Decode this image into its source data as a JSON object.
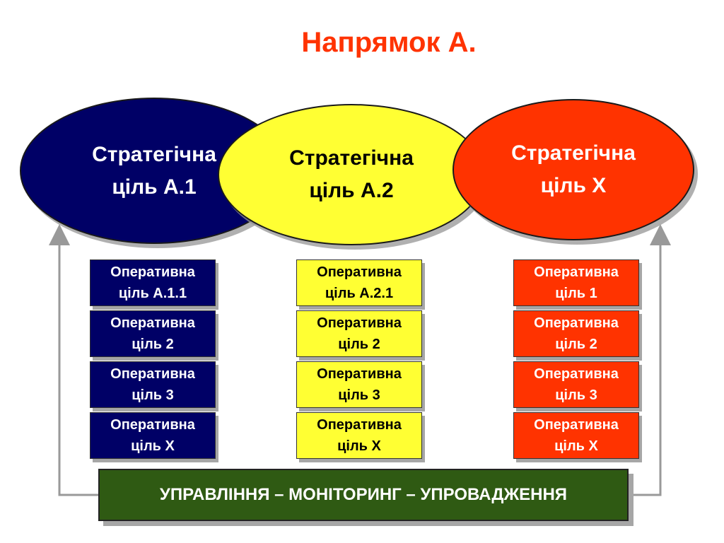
{
  "title": "Напрямок А.",
  "colors": {
    "title": "#ff3300",
    "navy": "#000066",
    "yellow": "#ffff33",
    "red": "#ff3300",
    "green": "#2f5a13",
    "connector": "#999999"
  },
  "strategic_goals": [
    {
      "label": "Стратегічна\nціль А.1"
    },
    {
      "label": "Стратегічна\nціль А.2"
    },
    {
      "label": "Стратегічна\nціль Х"
    }
  ],
  "operational_goals": [
    [
      "Оперативна\nціль А.1.1",
      "Оперативна\nціль 2",
      "Оперативна\nціль 3",
      "Оперативна\nціль Х"
    ],
    [
      "Оперативна\nціль А.2.1",
      "Оперативна\nціль 2",
      "Оперативна\nціль 3",
      "Оперативна\nціль Х"
    ],
    [
      "Оперативна\nціль 1",
      "Оперативна\nціль 2",
      "Оперативна\nціль 3",
      "Оперативна\nціль Х"
    ]
  ],
  "process_bar": "УПРАВЛІННЯ – МОНІТОРИНГ – УПРОВАДЖЕННЯ"
}
